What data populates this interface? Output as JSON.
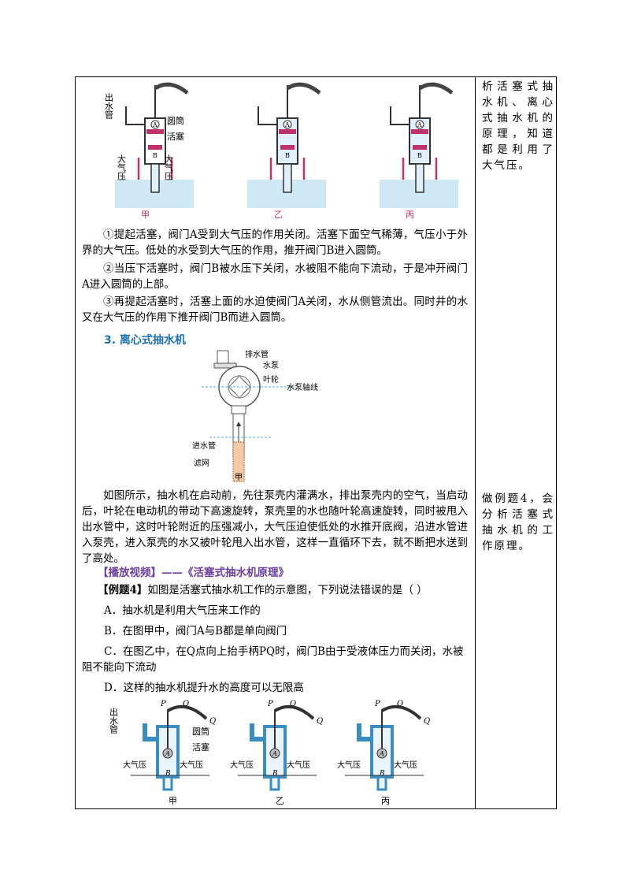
{
  "side_notes": [
    "析活塞式抽水机、离心式抽水机的原理，知道都是利用了大气压。",
    "做例题4，会分析活塞式抽水机的工作原理。"
  ],
  "figure1": {
    "label_outlet": "出水管",
    "label_cylinder": "圆筒",
    "label_piston": "活塞",
    "label_atm": "大气压",
    "valve_a": "A",
    "valve_b": "B",
    "captions": [
      "甲",
      "乙",
      "丙"
    ]
  },
  "paragraphs": [
    "①提起活塞，阀门A受到大气压的作用关闭。活塞下面空气稀薄，气压小于外界的大气压。低处的水受到大气压的作用，推开阀门B进入圆筒。",
    "②当压下活塞时，阀门B被水压下关闭，水被阻不能向下流动，于是冲开阀门A进入圆筒的上部。",
    "③再提起活塞时，活塞上面的水迫使阀门A关闭，水从侧管流出。同时井的水又在大气压的作用下推开阀门B而进入圆筒。"
  ],
  "heading3": "3. 离心式抽水机",
  "figure2": {
    "label_discharge": "排水管",
    "label_pump": "水泵",
    "label_impeller": "叶轮",
    "label_axis": "水泵轴线",
    "label_inlet": "进水管",
    "label_filter": "滤网",
    "caption": "甲"
  },
  "paragraph4": "如图所示，抽水机在启动前，先往泵壳内灌满水，排出泵壳内的空气，当启动后，叶轮在电动机的带动下高速旋转，泵壳里的水也随叶轮高速旋转，同时被甩入出水管中，这时叶轮附近的压强减小，大气压迫使低处的水推开底阀，沿进水管进入泵壳，进入泵壳的水又被叶轮甩入出水管，这样一直循环下去，就不断把水送到了高处。",
  "video": "【播放视频】——《活塞式抽水机原理》",
  "example": {
    "label": "【例题4】",
    "question": "如图是活塞式抽水机工作的示意图，下列说法错误的是（    ）",
    "options": [
      "A．抽水机是利用大气压来工作的",
      "B．在图甲中，阀门A与B都是单向阀门",
      "C．在图乙中，在Q点向上抬手柄PQ时，阀门B由于受液体压力而关闭，水被阻不能向下流动",
      "D．这样的抽水机提升水的高度可以无限高"
    ]
  },
  "figure3": {
    "label_outlet": "出水管",
    "label_cylinder": "圆筒",
    "label_piston": "活塞",
    "label_atm": "大气压",
    "p": "P",
    "o": "O",
    "q": "Q",
    "valve_a": "A",
    "valve_b": "B",
    "captions": [
      "甲",
      "乙",
      "丙"
    ]
  }
}
